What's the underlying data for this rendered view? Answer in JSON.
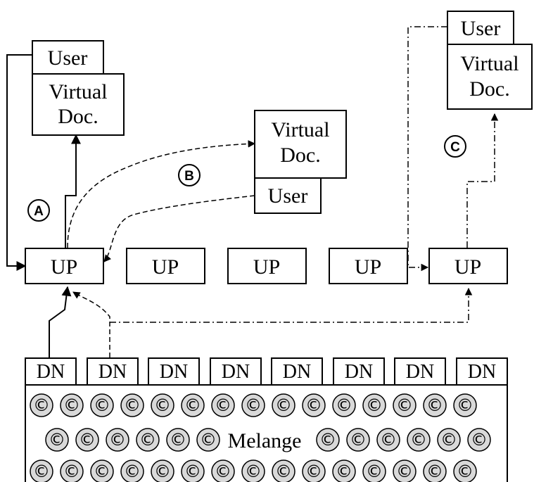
{
  "user_label": "User",
  "virtual_doc_line1": "Virtual",
  "virtual_doc_line2": "Doc.",
  "up_label": "UP",
  "dn_label": "DN",
  "melange_label": "Melange",
  "c_glyph": "©",
  "markers": {
    "a": "A",
    "b": "B",
    "c": "C"
  }
}
